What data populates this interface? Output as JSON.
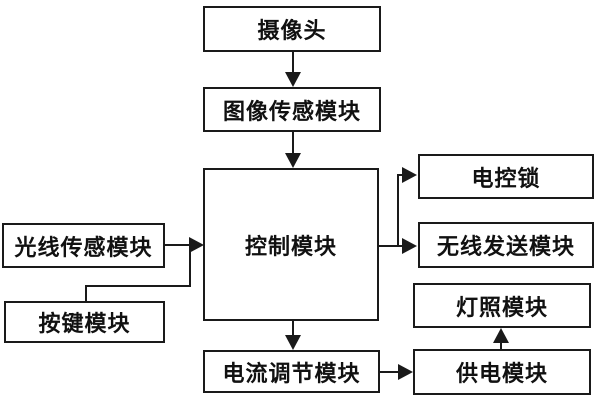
{
  "diagram": {
    "type": "block-diagram-flowchart",
    "boxes": {
      "camera": {
        "label": "摄像头"
      },
      "image_sensor": {
        "label": "图像传感模块"
      },
      "control": {
        "label": "控制模块"
      },
      "light_sensor": {
        "label": "光线传感模块"
      },
      "button": {
        "label": "按键模块"
      },
      "electric_lock": {
        "label": "电控锁"
      },
      "wireless": {
        "label": "无线发送模块"
      },
      "lighting": {
        "label": "灯照模块"
      },
      "power": {
        "label": "供电模块"
      },
      "current_regulator": {
        "label": "电流调节模块"
      }
    },
    "edges": [
      {
        "from": "摄像头",
        "to": "图像传感模块",
        "direction": "down"
      },
      {
        "from": "图像传感模块",
        "to": "控制模块",
        "direction": "down"
      },
      {
        "from": "光线传感模块",
        "to": "控制模块",
        "direction": "right"
      },
      {
        "from": "按键模块",
        "to": "控制模块",
        "direction": "up-right"
      },
      {
        "from": "控制模块",
        "to": "电控锁",
        "direction": "up-right"
      },
      {
        "from": "控制模块",
        "to": "无线发送模块",
        "direction": "right"
      },
      {
        "from": "控制模块",
        "to": "电流调节模块",
        "direction": "down"
      },
      {
        "from": "电流调节模块",
        "to": "供电模块",
        "direction": "right"
      },
      {
        "from": "供电模块",
        "to": "灯照模块",
        "direction": "up"
      }
    ],
    "colors": {
      "line": "#1a1a1a",
      "bg": "#ffffff",
      "boxfill": "#ffffff",
      "text": "#111111"
    }
  }
}
